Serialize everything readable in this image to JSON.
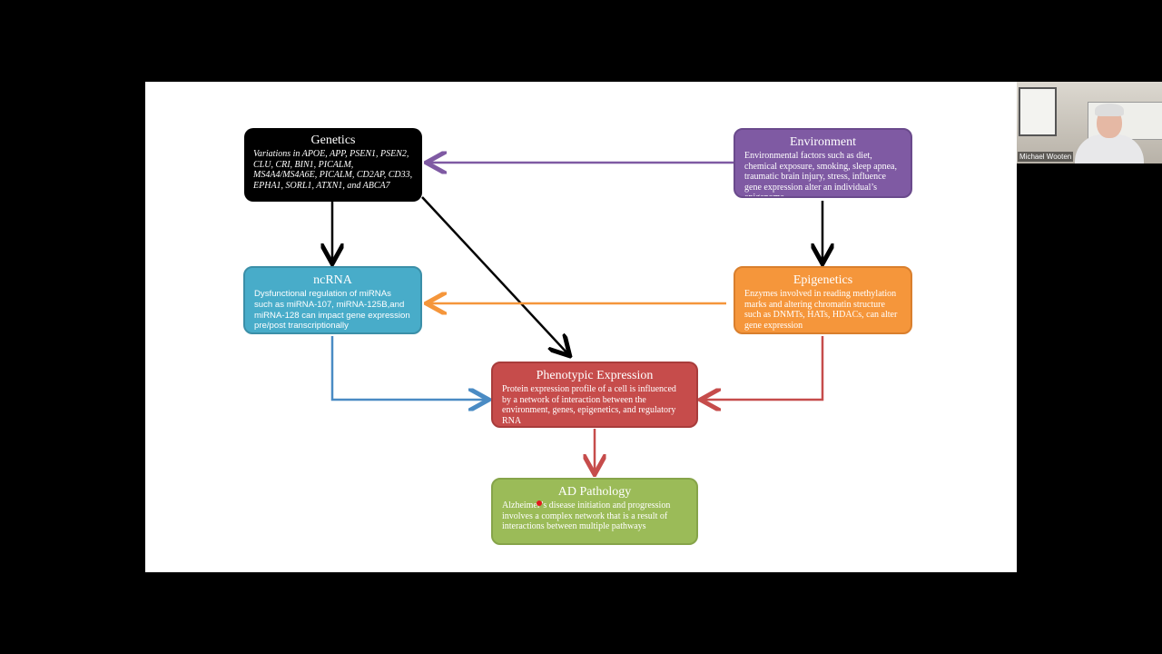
{
  "slide": {
    "genetics": {
      "title": "Genetics",
      "body": "Variations in APOE, APP, PSEN1, PSEN2, CLU, CRI, BIN1, PICALM, MS4A4/MS4A6E, PICALM, CD2AP, CD33, EPHA1, SORL1, ATXN1, and ABCA7"
    },
    "environment": {
      "title": "Environment",
      "body": "Environmental factors such as diet, chemical exposure, smoking, sleep apnea, traumatic brain injury, stress, influence gene expression alter an individual’s epigenome"
    },
    "ncrna": {
      "title": "ncRNA",
      "body": "Dysfunctional regulation of miRNAs such as miRNA-107, miRNA-125B,and miRNA-128 can impact gene expression pre/post transcriptionally"
    },
    "epigenetics": {
      "title": "Epigenetics",
      "body": "Enzymes involved in reading methylation marks and altering chromatin structure such as DNMTs, HATs, HDACs, can alter gene expression"
    },
    "phenotypic": {
      "title": "Phenotypic Expression",
      "body": "Protein expression profile of a cell is influenced by a network of interaction between the environment, genes, epigenetics, and regulatory RNA"
    },
    "adpath": {
      "title": "AD Pathology",
      "body": "Alzheimer’s disease initiation and progression involves a complex network that is a result of  interactions between multiple pathways"
    },
    "colors": {
      "genetics": "#000000",
      "environment": "#7f5aa3",
      "ncrna": "#48acc9",
      "epigenetics": "#f5963b",
      "phenotypic": "#c64c4b",
      "adpath": "#9bbb58"
    }
  },
  "participant": {
    "name": "Michael Wooten"
  }
}
